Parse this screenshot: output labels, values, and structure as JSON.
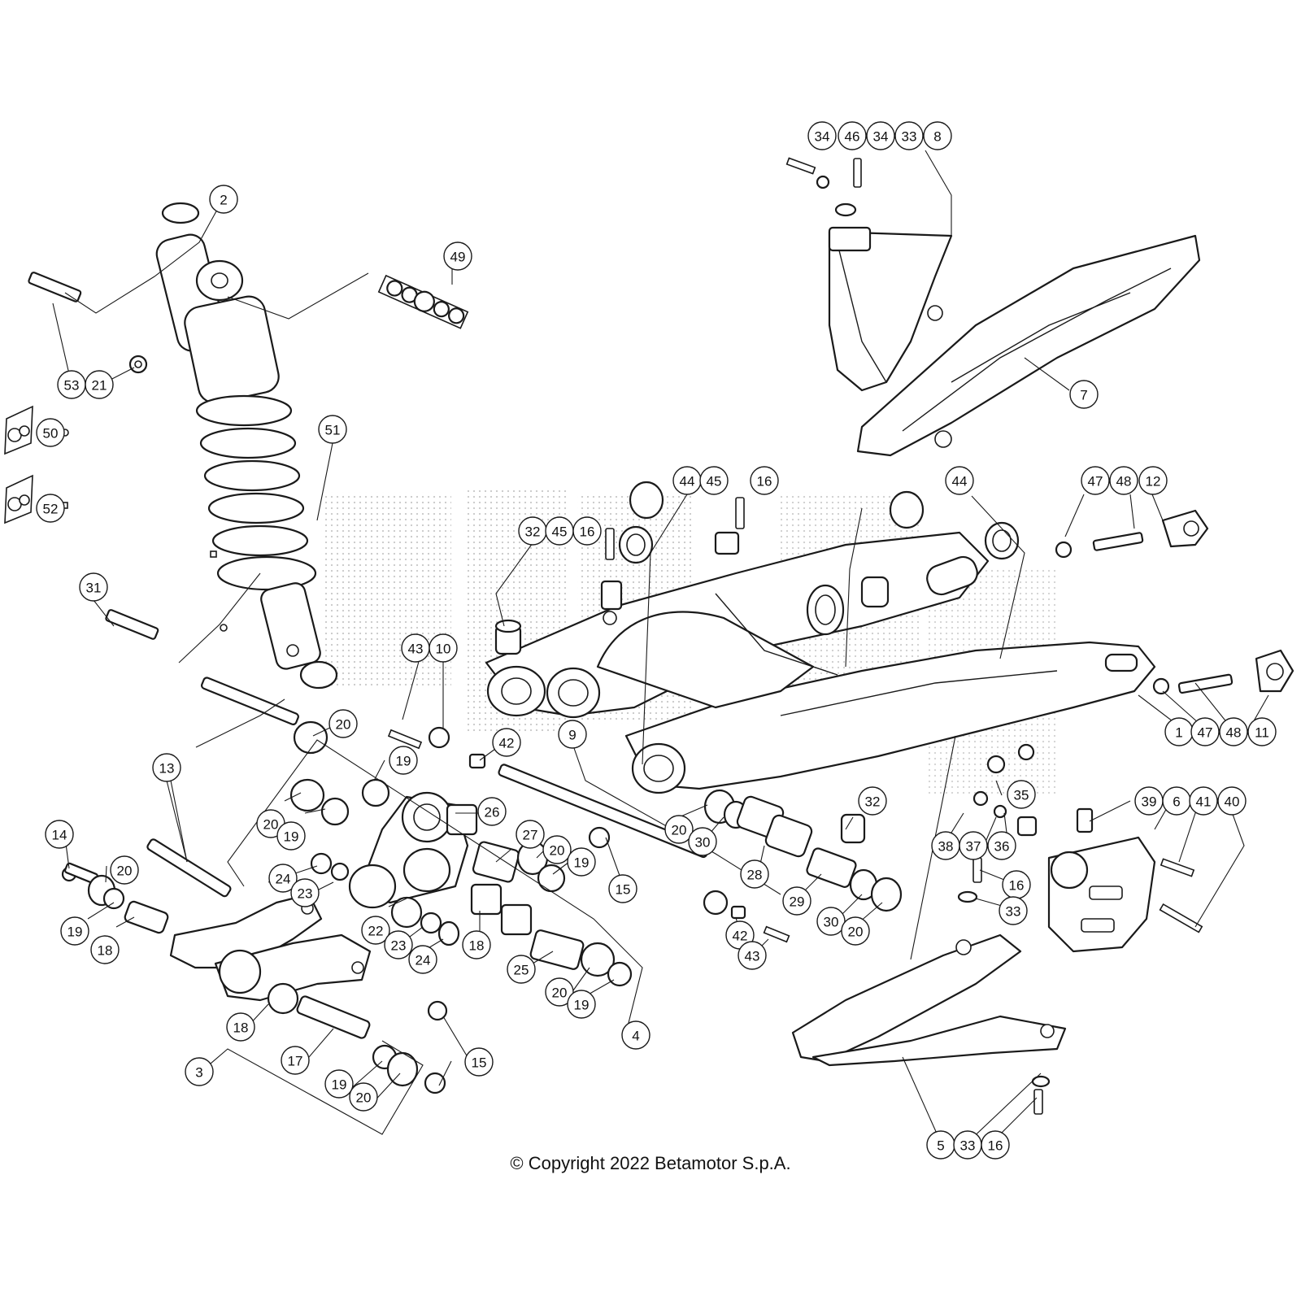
{
  "copyright": "© Copyright 2022 Betamotor S.p.A.",
  "callouts": [
    {
      "label": "34"
    },
    {
      "label": "46"
    },
    {
      "label": "34"
    },
    {
      "label": "33"
    },
    {
      "label": "8"
    },
    {
      "label": "2"
    },
    {
      "label": "49"
    },
    {
      "label": "53"
    },
    {
      "label": "21"
    },
    {
      "label": "50"
    },
    {
      "label": "52"
    },
    {
      "label": "51"
    },
    {
      "label": "7"
    },
    {
      "label": "44"
    },
    {
      "label": "45"
    },
    {
      "label": "16"
    },
    {
      "label": "32"
    },
    {
      "label": "45"
    },
    {
      "label": "16"
    },
    {
      "label": "44"
    },
    {
      "label": "47"
    },
    {
      "label": "48"
    },
    {
      "label": "12"
    },
    {
      "label": "31"
    },
    {
      "label": "43"
    },
    {
      "label": "10"
    },
    {
      "label": "20"
    },
    {
      "label": "42"
    },
    {
      "label": "9"
    },
    {
      "label": "13"
    },
    {
      "label": "19"
    },
    {
      "label": "20"
    },
    {
      "label": "19"
    },
    {
      "label": "26"
    },
    {
      "label": "27"
    },
    {
      "label": "20"
    },
    {
      "label": "19"
    },
    {
      "label": "24"
    },
    {
      "label": "23"
    },
    {
      "label": "14"
    },
    {
      "label": "20"
    },
    {
      "label": "19"
    },
    {
      "label": "18"
    },
    {
      "label": "22"
    },
    {
      "label": "23"
    },
    {
      "label": "24"
    },
    {
      "label": "18"
    },
    {
      "label": "25"
    },
    {
      "label": "15"
    },
    {
      "label": "20"
    },
    {
      "label": "19"
    },
    {
      "label": "4"
    },
    {
      "label": "18"
    },
    {
      "label": "17"
    },
    {
      "label": "15"
    },
    {
      "label": "3"
    },
    {
      "label": "19"
    },
    {
      "label": "20"
    },
    {
      "label": "1"
    },
    {
      "label": "47"
    },
    {
      "label": "48"
    },
    {
      "label": "11"
    },
    {
      "label": "32"
    },
    {
      "label": "20"
    },
    {
      "label": "30"
    },
    {
      "label": "28"
    },
    {
      "label": "29"
    },
    {
      "label": "30"
    },
    {
      "label": "20"
    },
    {
      "label": "42"
    },
    {
      "label": "43"
    },
    {
      "label": "35"
    },
    {
      "label": "38"
    },
    {
      "label": "37"
    },
    {
      "label": "36"
    },
    {
      "label": "39"
    },
    {
      "label": "6"
    },
    {
      "label": "41"
    },
    {
      "label": "40"
    },
    {
      "label": "16"
    },
    {
      "label": "33"
    },
    {
      "label": "5"
    },
    {
      "label": "33"
    },
    {
      "label": "16"
    }
  ]
}
